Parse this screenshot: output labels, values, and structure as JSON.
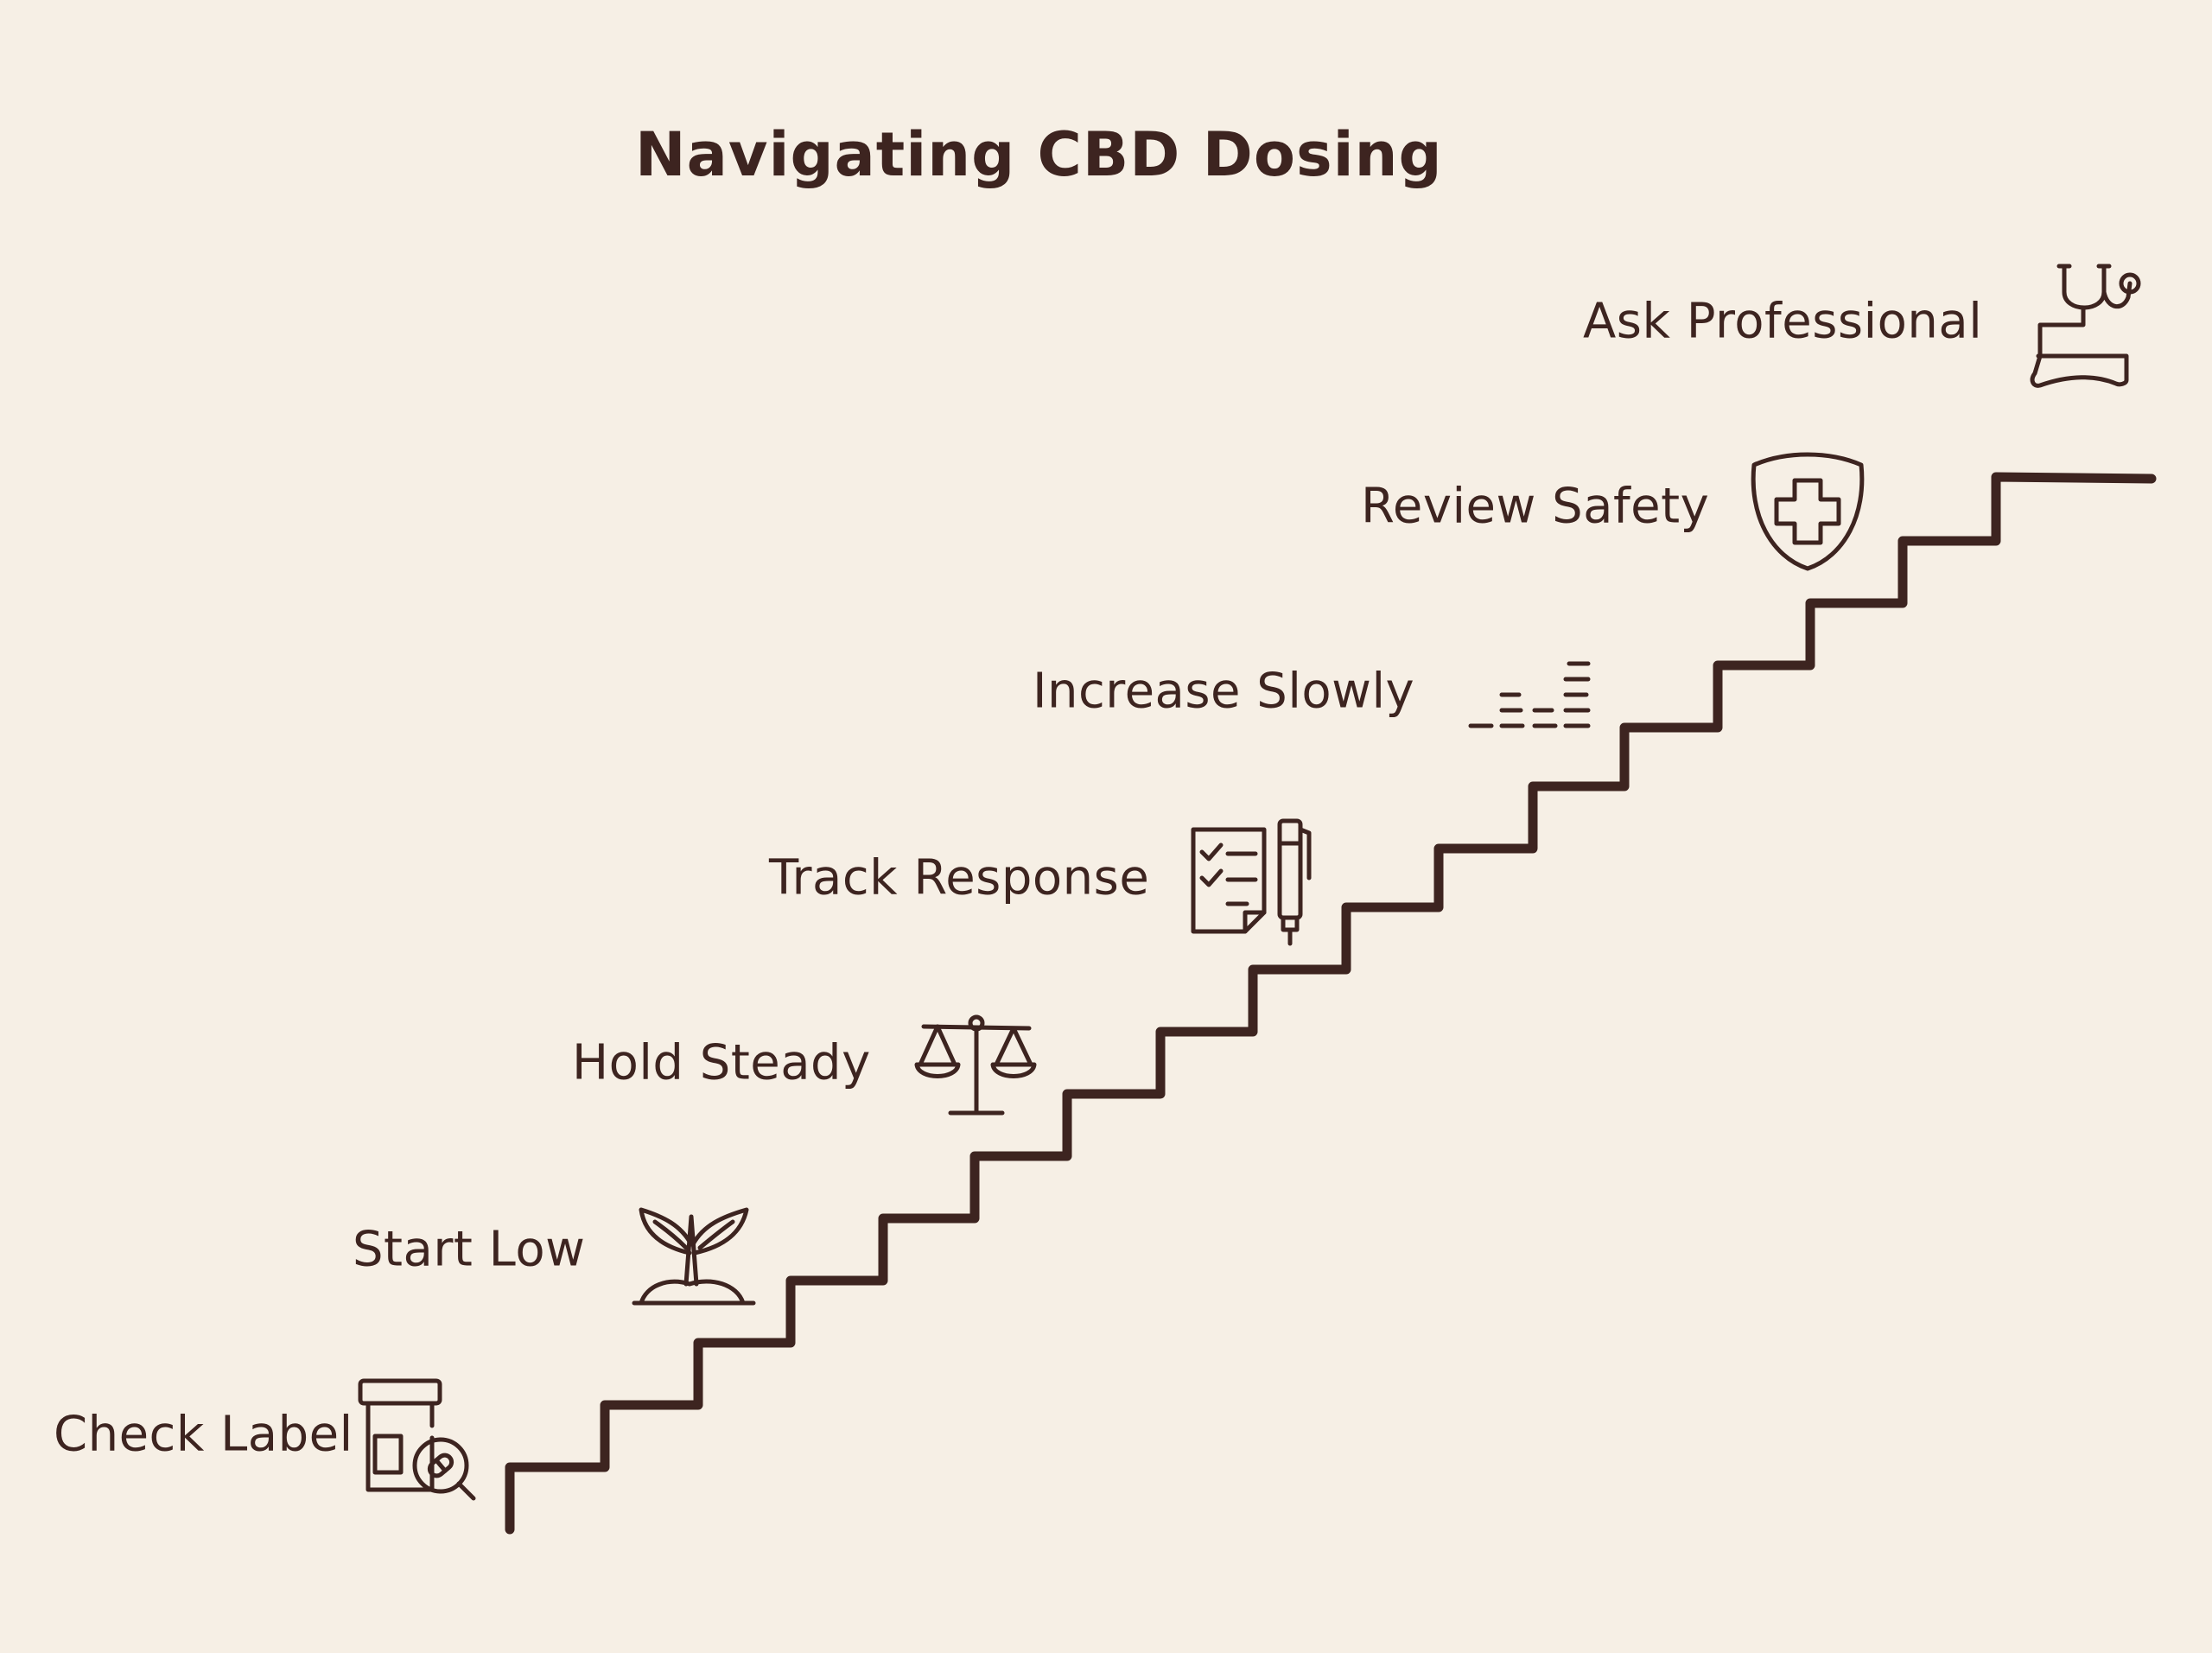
{
  "title": "Navigating CBD Dosing",
  "steps": [
    {
      "label": "Check Label",
      "icon": "pill-bottle-magnifier-icon"
    },
    {
      "label": "Start Low",
      "icon": "seedling-icon"
    },
    {
      "label": "Hold Steady",
      "icon": "balance-scale-icon"
    },
    {
      "label": "Track Response",
      "icon": "checklist-pen-icon"
    },
    {
      "label": "Increase Slowly",
      "icon": "ascending-lines-icon"
    },
    {
      "label": "Review Safety",
      "icon": "medical-shield-icon"
    },
    {
      "label": "Ask Professional",
      "icon": "stethoscope-icon"
    }
  ],
  "colors": {
    "background": "#f6efe5",
    "ink": "#3d2420"
  }
}
